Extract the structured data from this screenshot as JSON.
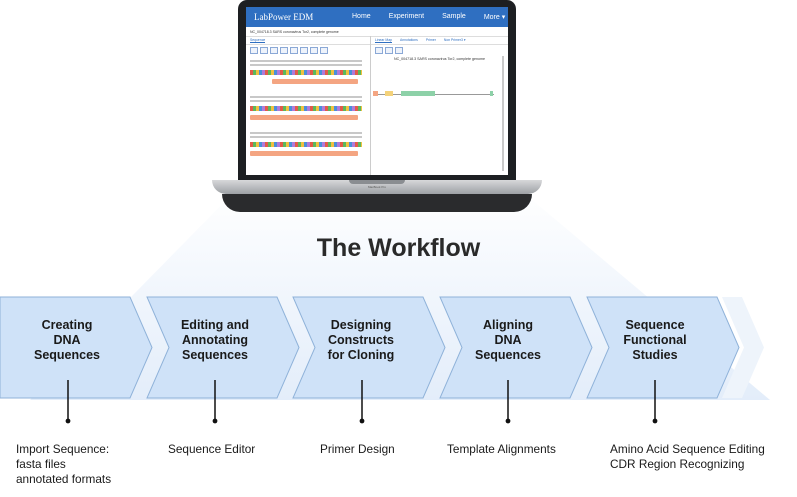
{
  "laptop": {
    "app_name": "LabPower EDM",
    "nav": [
      "Home",
      "Experiment",
      "Sample",
      "More ▾"
    ],
    "document_title": "NC_004718.3 SARS coronavirus Tor2, complete genome",
    "left_tab": "Sequence",
    "right_tabs": [
      "Linear Map",
      "Annotations",
      "Primer",
      "Non Primer3 ▾"
    ],
    "map_title": "NC_004718.3 SARS coronavirus Tor2, complete genome",
    "brand": "MacBook Pro"
  },
  "diagram": {
    "title": "The Workflow",
    "steps": [
      {
        "label": [
          "Creating",
          "DNA",
          "Sequences"
        ],
        "tools": [
          "Import Sequence:",
          "fasta files",
          "annotated formats"
        ]
      },
      {
        "label": [
          "Editing and",
          "Annotating",
          "Sequences"
        ],
        "tools": [
          "Sequence Editor"
        ]
      },
      {
        "label": [
          "Designing",
          "Constructs",
          "for Cloning"
        ],
        "tools": [
          "Primer Design"
        ]
      },
      {
        "label": [
          "Aligning",
          "DNA",
          "Sequences"
        ],
        "tools": [
          "Template Alignments"
        ]
      },
      {
        "label": [
          "Sequence",
          "Functional",
          "Studies"
        ],
        "tools": [
          "Amino Acid Sequence Editing",
          "CDR Region Recognizing"
        ]
      }
    ]
  },
  "colors": {
    "chevron_fill": "#cfe2f8",
    "chevron_stroke": "#8fb2d9",
    "funnel": "#e9f1fb",
    "header": "#2f6fc1"
  }
}
